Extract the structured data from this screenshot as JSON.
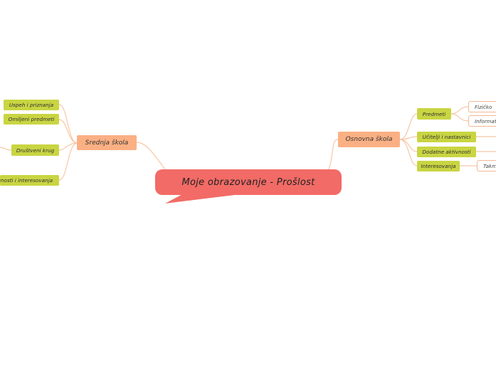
{
  "mindmap": {
    "central": "Moje obrazovanje - Prošlost",
    "srednja": {
      "label": "Srednja škola",
      "children": [
        "Uspeh i priznanja",
        "Omiljeni predmeti",
        "Društveni krug",
        "Aktivnosti i interesovanja"
      ]
    },
    "osnovna": {
      "label": "Osnovna škola",
      "children": [
        "Predmeti",
        "Učitelji i nastavnici",
        "Dodatne aktivnosti",
        "Interesovanja"
      ],
      "leaves": [
        "Fizičko",
        "Informat",
        "Takm"
      ]
    }
  },
  "colors": {
    "central": "#f26b66",
    "main": "#fbb084",
    "sub": "#c9d542",
    "line": "#f8c7a7"
  }
}
